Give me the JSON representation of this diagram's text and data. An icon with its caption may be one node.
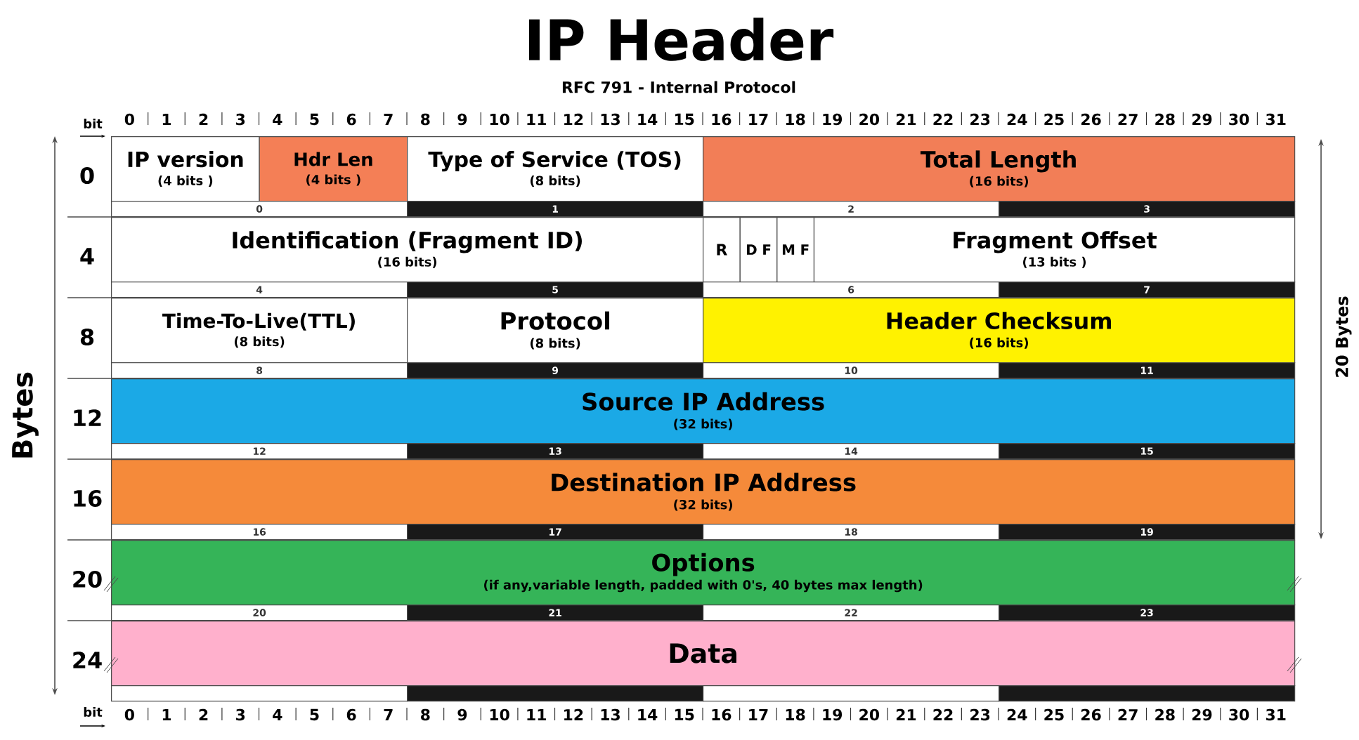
{
  "diagram": {
    "title": "IP Header",
    "nodes": [
      {
        "text": [
          "IP version",
          "(4 bits )"
        ]
      },
      {
        "text": [
          "Hdr Len",
          "(4 bits )"
        ]
      },
      {
        "text": [
          "Type of Service (TOS)",
          "(8 bits)"
        ]
      },
      {
        "text": [
          "Total Length",
          "(16 bits)"
        ]
      },
      {
        "text": [
          "Identification (Fragment ID)",
          "(16 bits)"
        ]
      },
      {
        "text": [
          "R"
        ]
      },
      {
        "text": [
          "D F"
        ]
      },
      {
        "text": [
          "M F"
        ]
      },
      {
        "text": [
          "Fragment Offset",
          "(13 bits )"
        ]
      },
      {
        "text": [
          "Time-To-Live(TTL)",
          "(8 bits)"
        ]
      },
      {
        "text": [
          "Protocol",
          "(8 bits)"
        ]
      },
      {
        "text": [
          "Header Checksum",
          "(16 bits)"
        ]
      },
      {
        "text": [
          "Source IP Address",
          "(32 bits)"
        ]
      },
      {
        "text": [
          "Destination IP Address",
          "(32 bits)"
        ]
      },
      {
        "text": [
          "Options",
          "(if any,variable length, padded with 0's, 40 bytes max length)"
        ]
      },
      {
        "text": [
          "Data"
        ]
      }
    ],
    "labels": [
      "RFC 791 - Internal Protocol",
      "bit",
      "0",
      "1",
      "2",
      "3",
      "4",
      "5",
      "6",
      "7",
      "8",
      "9",
      "10",
      "11",
      "12",
      "13",
      "14",
      "15",
      "16",
      "17",
      "18",
      "19",
      "20",
      "21",
      "22",
      "23",
      "24",
      "25",
      "26",
      "27",
      "28",
      "29",
      "30",
      "31",
      "Bytes",
      "20 Bytes",
      "0",
      "4",
      "8",
      "12",
      "16",
      "20",
      "24",
      "0",
      "1",
      "2",
      "3",
      "4",
      "5",
      "6",
      "7",
      "8",
      "9",
      "10",
      "11",
      "12",
      "13",
      "14",
      "15",
      "16",
      "17",
      "18",
      "19",
      "20",
      "21",
      "22",
      "23",
      "bit",
      "0",
      "1",
      "2",
      "3",
      "4",
      "5",
      "6",
      "7",
      "8",
      "9",
      "10",
      "11",
      "12",
      "13",
      "14",
      "15",
      "16",
      "17",
      "18",
      "19",
      "20",
      "21",
      "22",
      "23",
      "24",
      "25",
      "26",
      "27",
      "28",
      "29",
      "30",
      "31"
    ]
  }
}
